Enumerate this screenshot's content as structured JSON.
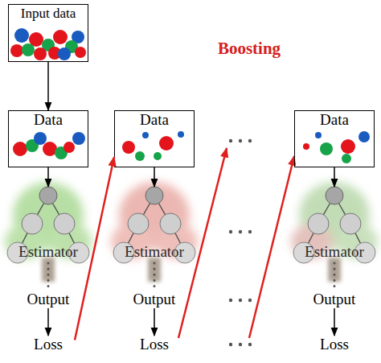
{
  "diagram": {
    "title": "Boosting",
    "nodes": [
      {
        "text": [
          "Input data"
        ]
      },
      {
        "text": [
          "Data"
        ]
      },
      {
        "text": [
          "Estimator"
        ]
      },
      {
        "text": [
          "Output"
        ]
      },
      {
        "text": [
          "Loss"
        ]
      },
      {
        "text": [
          "Data"
        ]
      },
      {
        "text": [
          "Estimator"
        ]
      },
      {
        "text": [
          "Output"
        ]
      },
      {
        "text": [
          "Loss"
        ]
      },
      {
        "text": [
          "Data"
        ]
      },
      {
        "text": [
          "Estimator"
        ]
      },
      {
        "text": [
          "Output"
        ]
      },
      {
        "text": [
          "Loss"
        ]
      }
    ],
    "edges": [
      {
        "from": 0,
        "to": 1,
        "arrow": "to"
      },
      {
        "from": 1,
        "to": 2,
        "arrow": "to"
      },
      {
        "from": 2,
        "to": 3,
        "arrow": "none"
      },
      {
        "from": 3,
        "to": 4,
        "arrow": "to"
      },
      {
        "from": 4,
        "to": 5,
        "arrow": "to"
      },
      {
        "from": 5,
        "to": 6,
        "arrow": "to"
      },
      {
        "from": 6,
        "to": 7,
        "arrow": "none"
      },
      {
        "from": 7,
        "to": 8,
        "arrow": "to"
      },
      {
        "from": 9,
        "to": 10,
        "arrow": "to"
      },
      {
        "from": 10,
        "to": 11,
        "arrow": "none"
      },
      {
        "from": 11,
        "to": 12,
        "arrow": "to"
      }
    ]
  }
}
